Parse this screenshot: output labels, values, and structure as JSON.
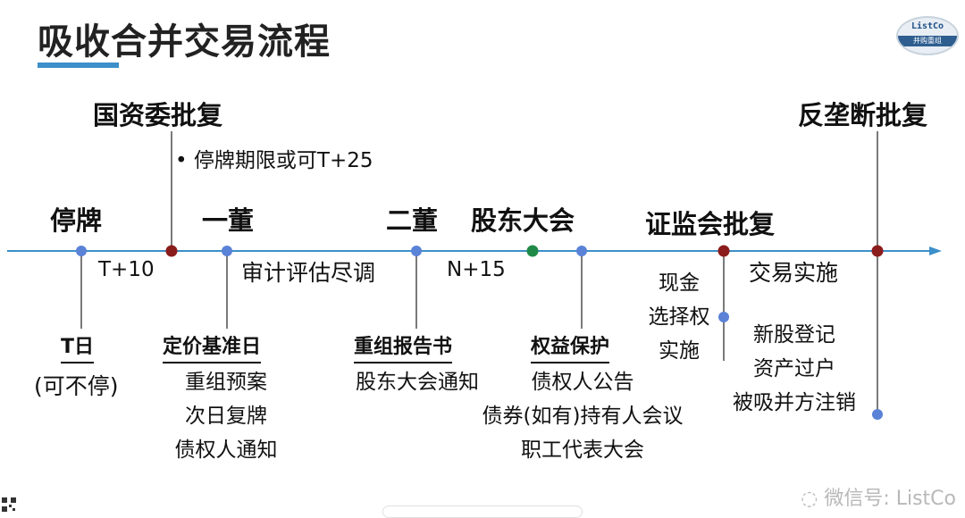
{
  "title": "吸收合并交易流程",
  "logo": {
    "top": "ListCo",
    "band": "并购重组"
  },
  "heads": {
    "guoziwei": "国资委批复",
    "tingpai": "停牌",
    "yidong": "一董",
    "erdong": "二董",
    "gudong": "股东大会",
    "zhengjian": "证监会批复",
    "fanlongduan": "反垄断批复"
  },
  "notes": {
    "bullet": "停牌期限或可T+25",
    "t10": "T+10",
    "shenji": "审计评估尽调",
    "n15": "N+15",
    "jiaoyi": "交易实施"
  },
  "below": {
    "tday_title": "T日",
    "tday_sub": "(可不停)",
    "dingjia_title": "定价基准日",
    "dingjia_lines": [
      "重组预案",
      "次日复牌",
      "债权人通知"
    ],
    "chongzu_title": "重组报告书",
    "chongzu_lines": [
      "股东大会通知"
    ],
    "quanyi_title": "权益保护",
    "quanyi_lines": [
      "债权人公告",
      "债券(如有)持有人会议",
      "职工代表大会"
    ],
    "xianjin_lines": [
      "现金",
      "选择权",
      "实施"
    ],
    "xingu_lines": [
      "新股登记",
      "资产过户",
      "被吸并方注销"
    ]
  },
  "watermark": "微信号: ListCo",
  "colors": {
    "axis": "#3c8fc8",
    "dot_blue": "#5a82d6",
    "dot_red": "#8b1c1c",
    "dot_green": "#1f8a47",
    "vline": "#7a7a7a"
  }
}
